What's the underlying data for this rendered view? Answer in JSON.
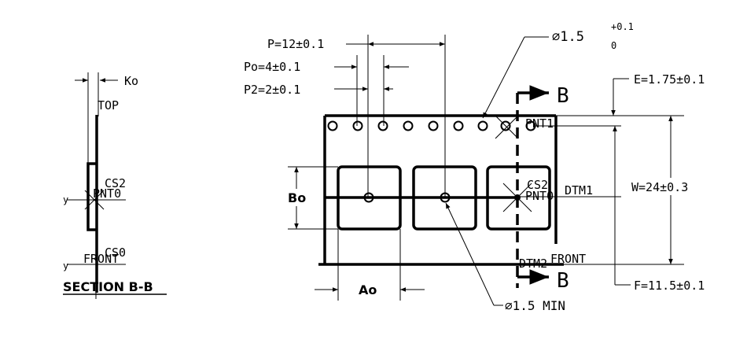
{
  "labels": {
    "ko": "Ko",
    "top": "TOP",
    "cs2_left": "CS2",
    "pnt0_left": "PNT0",
    "y_left_1": "y",
    "cs0": "CS0",
    "front_left": "FRONT",
    "y_left_2": "y",
    "section": "SECTION  B-B",
    "pitch_p": "P=12±0.1",
    "pitch_po": "Po=4±0.1",
    "pitch_p2": "P2=2±0.1",
    "hole_dia_main": "∅1.5",
    "hole_dia_sup": "+0.1",
    "hole_dia_sub": "0",
    "section_b_top": "B",
    "section_b_bottom": "B",
    "pnt1": "PNT1",
    "e_dim": "E=1.75±0.1",
    "w_dim": "W=24±0.3",
    "f_dim": "F=11.5±0.1",
    "bo": "Bo",
    "ao": "Ao",
    "cs2_right": "CS2",
    "pnt0_right": "PNT0",
    "dtm1": "DTM1",
    "dtm2": "DTM2",
    "front_right": "FRONT",
    "min_hole": "∅1.5 MIN"
  }
}
